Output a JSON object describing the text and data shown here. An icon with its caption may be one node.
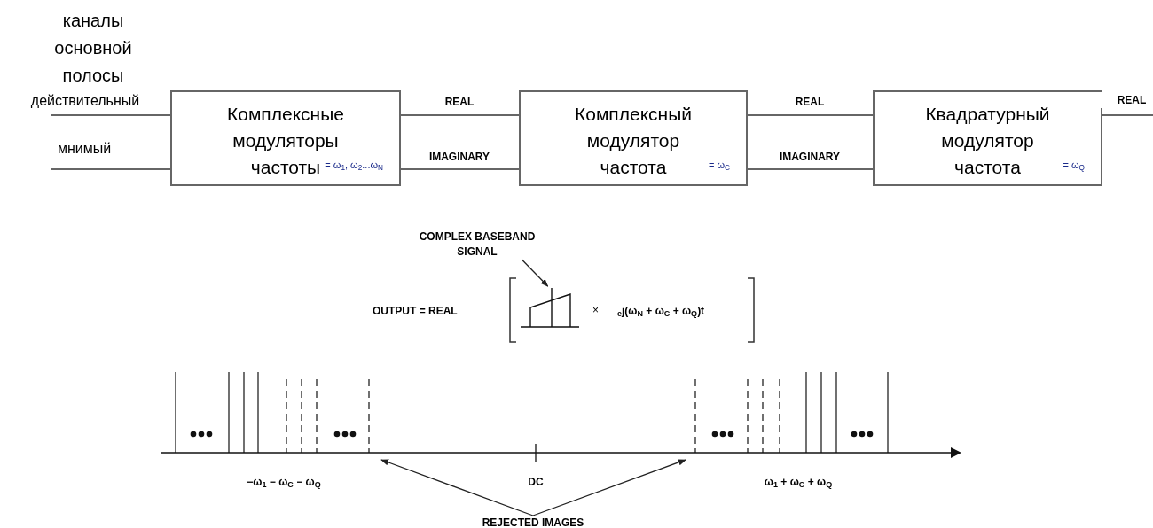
{
  "diagram": {
    "nodes": [
      {
        "text": [
          "Комплексные модуляторы частоты",
          "= ω$_{1}$, ω$_{2}$...ω$_{N}$"
        ]
      },
      {
        "text": [
          "Комплексный модулятор частота",
          "= ω$_{C}$"
        ]
      },
      {
        "text": [
          "Квадратурный модулятор частота",
          "= ω$_{Q}$"
        ]
      },
      {
        "text": [
          "COMPLEX BASEBAND SIGNAL"
        ]
      },
      {
        "text": [],
        "shape": "picture"
      },
      {
        "text": [
          "REJECTED IMAGES"
        ]
      }
    ],
    "edges": [
      {
        "from": null,
        "to": 0,
        "arrow": "none",
        "label": "действительный"
      },
      {
        "from": null,
        "to": 0,
        "arrow": "none",
        "label": "мнимый"
      },
      {
        "from": 0,
        "to": 1,
        "arrow": "none",
        "label": "REAL"
      },
      {
        "from": 0,
        "to": 1,
        "arrow": "none",
        "label": "IMAGINARY"
      },
      {
        "from": 1,
        "to": 2,
        "arrow": "none",
        "label": "REAL"
      },
      {
        "from": 1,
        "to": 2,
        "arrow": "none",
        "label": "IMAGINARY"
      },
      {
        "from": 2,
        "to": null,
        "arrow": "none",
        "label": "REAL"
      },
      {
        "from": 3,
        "to": 4,
        "arrow": "to"
      },
      {
        "from": 5,
        "to": null,
        "arrow": "to"
      },
      {
        "from": 5,
        "to": null,
        "arrow": "to"
      }
    ],
    "labels": [
      "каналы основной полосы",
      "OUTPUT = REAL",
      "×",
      "$_{e}$j(ω$_{N}$ + ω$_{C}$ + ω$_{Q}$)t",
      "−ω$_{1}$ − ω$_{C}$ − ω$_{Q}$",
      "DC",
      "ω$_{1}$ + ω$_{C}$ + ω$_{Q}$"
    ]
  }
}
